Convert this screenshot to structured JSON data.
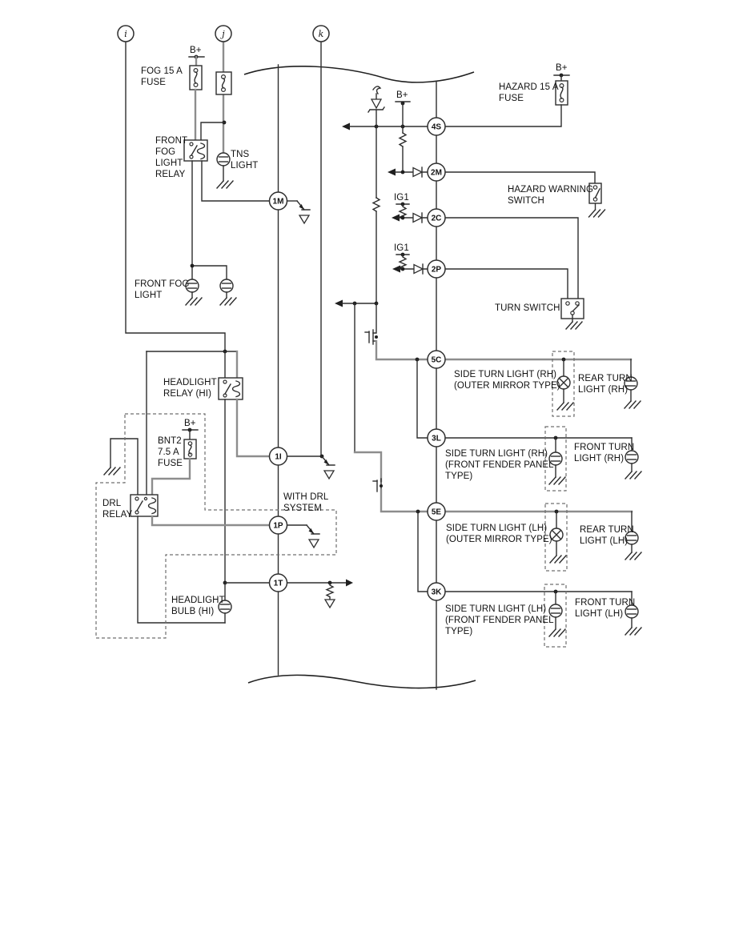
{
  "nodes": {
    "i": "i",
    "j": "j",
    "k": "k",
    "s4": "4S",
    "m2": "2M",
    "c2": "2C",
    "p2": "2P",
    "c5": "5C",
    "l3": "3L",
    "e5": "5E",
    "k3": "3K",
    "m1": "1M",
    "i1": "1I",
    "p1": "1P",
    "t1": "1T"
  },
  "labels": {
    "b_plus": "B+",
    "ig1": "IG1",
    "fog_fuse": [
      "FOG 15 A",
      "FUSE"
    ],
    "front_fog_relay": [
      "FRONT",
      "FOG",
      "LIGHT",
      "RELAY"
    ],
    "tns_light": [
      "TNS",
      "LIGHT"
    ],
    "front_fog_light": [
      "FRONT FOG",
      "LIGHT"
    ],
    "hazard_fuse": [
      "HAZARD 15 A",
      "FUSE"
    ],
    "hazard_switch": [
      "HAZARD WARNING",
      "SWITCH"
    ],
    "turn_switch": "TURN SWITCH",
    "side_turn_rh_mirror": [
      "SIDE TURN LIGHT (RH)",
      "(OUTER MIRROR TYPE)"
    ],
    "rear_turn_rh": [
      "REAR TURN",
      "LIGHT (RH)"
    ],
    "side_turn_rh_fender": [
      "SIDE TURN LIGHT (RH)",
      "(FRONT FENDER PANEL",
      "TYPE)"
    ],
    "front_turn_rh": [
      "FRONT TURN",
      "LIGHT (RH)"
    ],
    "side_turn_lh_mirror": [
      "SIDE TURN LIGHT (LH)",
      "(OUTER MIRROR TYPE)"
    ],
    "rear_turn_lh": [
      "REAR TURN",
      "LIGHT (LH)"
    ],
    "side_turn_lh_fender": [
      "SIDE TURN LIGHT (LH)",
      "(FRONT FENDER PANEL",
      "TYPE)"
    ],
    "front_turn_lh": [
      "FRONT TURN",
      "LIGHT (LH)"
    ],
    "headlight_relay": [
      "HEADLIGHT",
      "RELAY (HI)"
    ],
    "bnt2_fuse": [
      "BNT2",
      "7.5 A",
      "FUSE"
    ],
    "drl_relay": [
      "DRL",
      "RELAY"
    ],
    "with_drl": [
      "WITH DRL",
      "SYSTEM"
    ],
    "headlight_bulb": [
      "HEADLIGHT",
      "BULB (HI)"
    ]
  },
  "colors": {
    "wire": "#2e2e2e",
    "highlight_wire": "#8d8d8d",
    "dashed_outline": "#6f6f6f",
    "background": "#ffffff",
    "text": "#111111"
  }
}
